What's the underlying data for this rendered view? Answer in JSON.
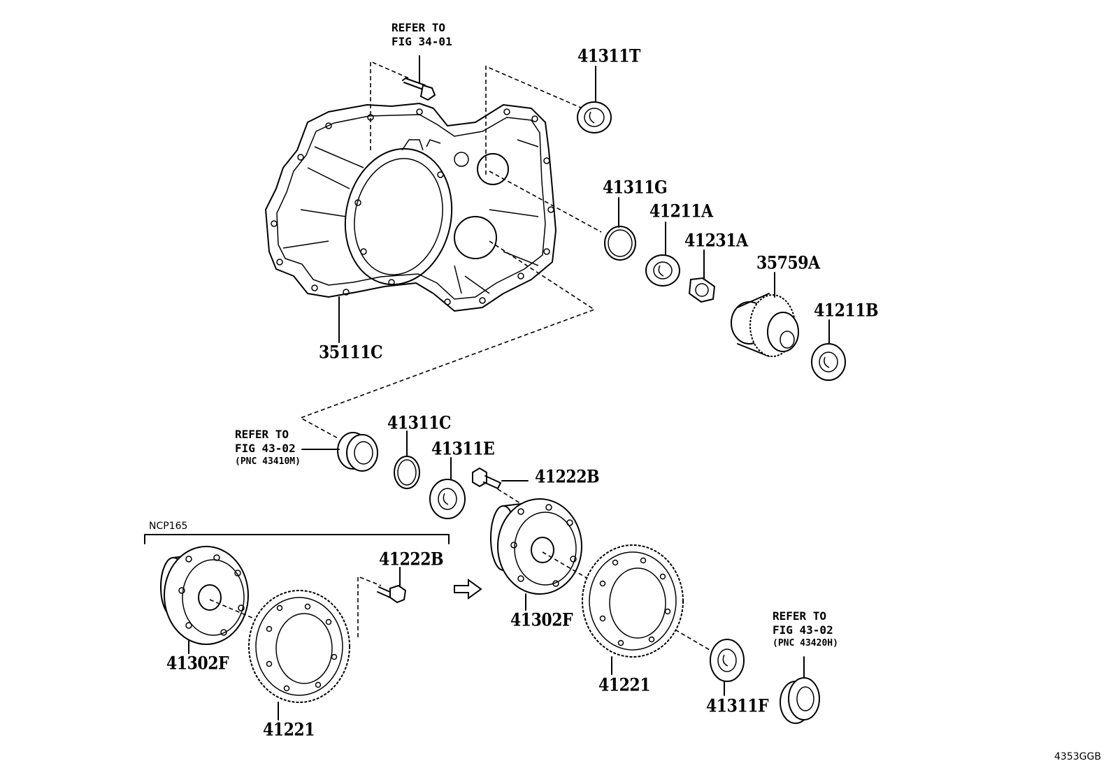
{
  "labels": {
    "p41311T": "41311T",
    "p41311G": "41311G",
    "p41211A": "41211A",
    "p41231A": "41231A",
    "p35759A": "35759A",
    "p41211B": "41211B",
    "p35111C": "35111C",
    "p41311C": "41311C",
    "p41311E": "41311E",
    "p41222B_a": "41222B",
    "p41222B_b": "41222B",
    "p41302F_a": "41302F",
    "p41302F_b": "41302F",
    "p41221_a": "41221",
    "p41221_b": "41221",
    "p41311F": "41311F"
  },
  "refers": {
    "fig3401": {
      "line1": "REFER TO",
      "line2": "FIG 34-01"
    },
    "fig4302m": {
      "line1": "REFER TO",
      "line2": "FIG 43-02",
      "line3": "(PNC 43410M)"
    },
    "fig4302h": {
      "line1": "REFER TO",
      "line2": "FIG 43-02",
      "line3": "(PNC 43420H)"
    }
  },
  "variant_label": "NCP165",
  "diagram_code": "4353GGB"
}
